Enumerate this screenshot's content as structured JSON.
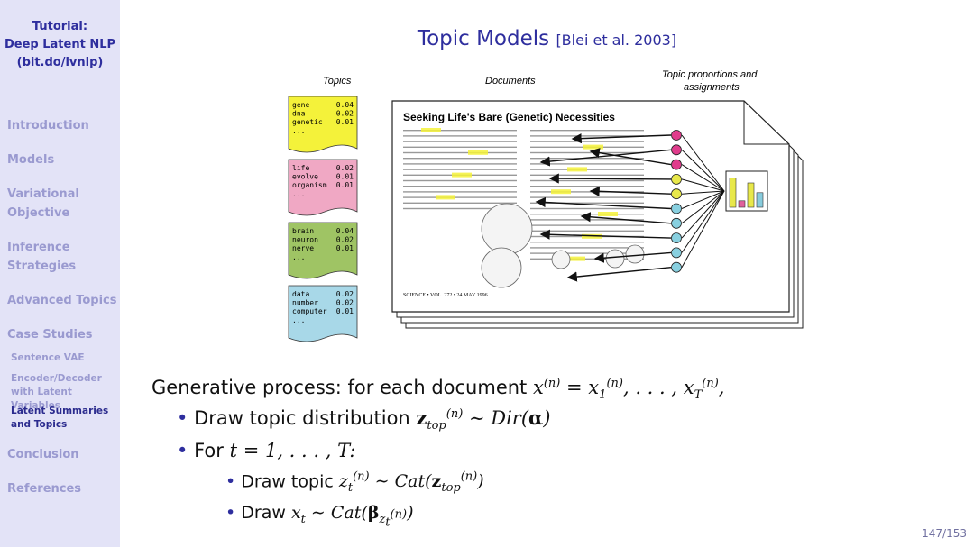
{
  "sidebar": {
    "title_line1": "Tutorial:",
    "title_line2": "Deep Latent NLP",
    "title_line3": "(bit.do/lvnlp)",
    "items": [
      {
        "label": "Introduction"
      },
      {
        "label": "Models"
      },
      {
        "label": "Variational"
      },
      {
        "label": "Objective"
      },
      {
        "label": "Inference"
      },
      {
        "label": "Strategies"
      },
      {
        "label": "Advanced Topics"
      },
      {
        "label": "Case Studies"
      },
      {
        "label": "Conclusion"
      },
      {
        "label": "References"
      }
    ],
    "subitems": [
      {
        "label": "Sentence VAE"
      },
      {
        "label": "Encoder/Decoder"
      },
      {
        "label": "with Latent Variables"
      },
      {
        "label": "Latent Summaries"
      },
      {
        "label": "and Topics"
      }
    ]
  },
  "slide": {
    "title": "Topic Models",
    "citation": "[Blei et al. 2003]",
    "figure": {
      "label_topics": "Topics",
      "label_documents": "Documents",
      "label_proportions_1": "Topic proportions and",
      "label_proportions_2": "assignments",
      "doc_heading": "Seeking Life's Bare (Genetic) Necessities",
      "doc_footer": "SCIENCE • VOL. 272 • 24 MAY 1996",
      "topics": [
        {
          "color": "#f4f23a",
          "rows": [
            [
              "gene",
              "0.04"
            ],
            [
              "dna",
              "0.02"
            ],
            [
              "genetic",
              "0.01"
            ]
          ]
        },
        {
          "color": "#f0a8c4",
          "rows": [
            [
              "life",
              "0.02"
            ],
            [
              "evolve",
              "0.01"
            ],
            [
              "organism",
              "0.01"
            ]
          ]
        },
        {
          "color": "#9fc464",
          "rows": [
            [
              "brain",
              "0.04"
            ],
            [
              "neuron",
              "0.02"
            ],
            [
              "nerve",
              "0.01"
            ]
          ]
        },
        {
          "color": "#a8d8e8",
          "rows": [
            [
              "data",
              "0.02"
            ],
            [
              "number",
              "0.02"
            ],
            [
              "computer",
              "0.01"
            ]
          ]
        }
      ],
      "ellipsis": "...",
      "bar_values": [
        0.9,
        0.2,
        0.75,
        0.45
      ],
      "bar_colors": [
        "#e8e84a",
        "#e0609c",
        "#e8e84a",
        "#88ccdd"
      ],
      "circle_colors": [
        "#e03c8c",
        "#e03c8c",
        "#e03c8c",
        "#e8e84a",
        "#e8e84a",
        "#88d0e0",
        "#88d0e0",
        "#88d0e0",
        "#88d0e0",
        "#88d0e0"
      ]
    },
    "bullets": {
      "line1_text": "Generative process: for each document",
      "line2_text": "Draw topic distribution",
      "line3_text": "For",
      "line4_text": "Draw topic",
      "line5_text": "Draw"
    },
    "page_number": "147/153"
  }
}
